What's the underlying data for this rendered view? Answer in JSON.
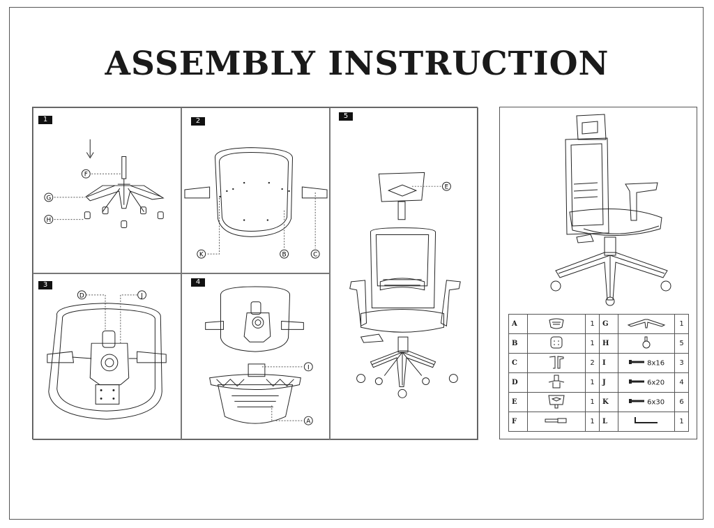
{
  "title": "ASSEMBLY INSTRUCTION",
  "steps": [
    {
      "num": "1",
      "labels": [
        "F",
        "G",
        "H"
      ]
    },
    {
      "num": "2",
      "labels": [
        "K",
        "B",
        "C"
      ]
    },
    {
      "num": "3",
      "labels": [
        "D",
        "J"
      ]
    },
    {
      "num": "4",
      "labels": [
        "I",
        "A"
      ]
    },
    {
      "num": "5",
      "labels": [
        "E"
      ]
    }
  ],
  "parts": [
    {
      "left_letter": "A",
      "left_icon": "base-seat-icon",
      "left_qty": "1",
      "right_letter": "G",
      "right_icon": "star-base-icon",
      "right_text": "",
      "right_qty": "1"
    },
    {
      "left_letter": "B",
      "left_icon": "seat-icon",
      "left_qty": "1",
      "right_letter": "H",
      "right_icon": "caster-icon",
      "right_text": "",
      "right_qty": "5"
    },
    {
      "left_letter": "C",
      "left_icon": "armrest-icon",
      "left_qty": "2",
      "right_letter": "I",
      "right_icon": "bolt-icon",
      "right_text": "8x16",
      "right_qty": "3"
    },
    {
      "left_letter": "D",
      "left_icon": "mechanism-icon",
      "left_qty": "1",
      "right_letter": "J",
      "right_icon": "bolt-icon",
      "right_text": "6x20",
      "right_qty": "4"
    },
    {
      "left_letter": "E",
      "left_icon": "headrest-icon",
      "left_qty": "1",
      "right_letter": "K",
      "right_icon": "bolt-icon",
      "right_text": "6x30",
      "right_qty": "6"
    },
    {
      "left_letter": "F",
      "left_icon": "gas-lift-icon",
      "left_qty": "1",
      "right_letter": "L",
      "right_icon": "allen-key-icon",
      "right_text": "",
      "right_qty": "1"
    }
  ]
}
